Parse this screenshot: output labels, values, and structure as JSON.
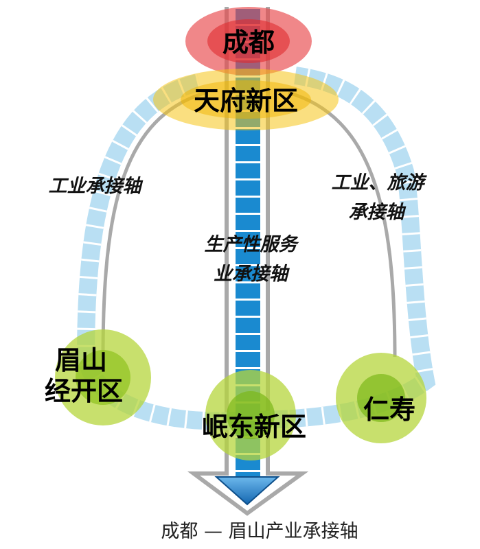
{
  "nodes": {
    "chengdu": "成都",
    "tianfu": "天府新区",
    "meishan_line1": "眉山",
    "meishan_line2": "经开区",
    "mindong": "岷东新区",
    "renshou": "仁寿"
  },
  "axes": {
    "left": "工业承接轴",
    "right_line1": "工业、旅游",
    "right_line2": "承接轴",
    "center_line1": "生产性服务",
    "center_line2": "业承接轴"
  },
  "caption": "成都 — 眉山产业承接轴",
  "colors": {
    "chengdu": "#e8474a",
    "tianfu": "#f5c518",
    "zone": "#a8cf3a",
    "band": "#b9dff3",
    "bar": "#1a8ad0"
  }
}
